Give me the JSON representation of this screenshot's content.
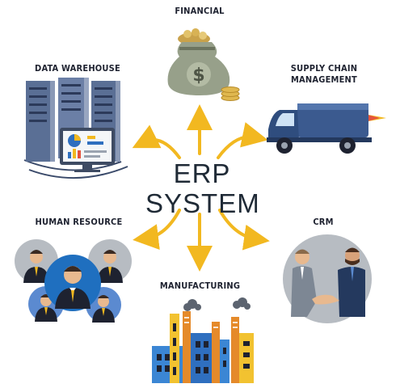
{
  "center": {
    "line1": "ERP",
    "line2": "SYSTEM"
  },
  "modules": {
    "financial": "FINANCIAL",
    "data_warehouse": "DATA WAREHOUSE",
    "supply_chain_line1": "SUPPLY CHAIN",
    "supply_chain_line2": "MANAGEMENT",
    "human_resource": "HUMAN RESOURCE",
    "crm": "CRM",
    "manufacturing": "MANUFACTURING"
  },
  "icons": {
    "financial": "money-bag-icon",
    "data_warehouse": "server-monitor-icon",
    "supply_chain": "delivery-truck-icon",
    "human_resource": "team-avatars-icon",
    "crm": "handshake-icon",
    "manufacturing": "factory-icon"
  },
  "colors": {
    "arrow": "#f2b820",
    "text": "#1e2230",
    "truck": "#3b5a8f",
    "crm_circle": "#b7bcc2",
    "hr_circle": "#5b8ad0"
  }
}
